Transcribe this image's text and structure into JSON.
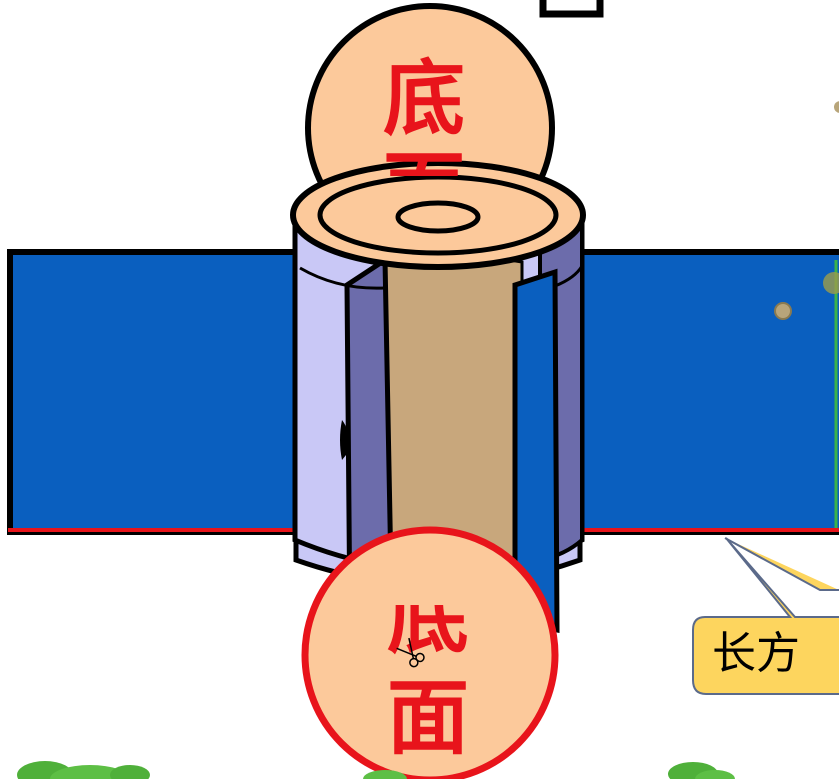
{
  "labels": {
    "top_char_1": "底",
    "top_char_2": "面",
    "bottom_char_1": "底",
    "bottom_char_2": "面",
    "callout": "长方"
  },
  "colors": {
    "rectangle_blue": "#0a5fbf",
    "cylinder_side": "#c8a77c",
    "cylinder_light": "#c9c8f6",
    "cylinder_dark": "#6c6cab",
    "circle_fill": "#fcc99b",
    "red_accent": "#e8141b",
    "callout_fill": "#fdd55e"
  },
  "icons": {
    "scissors": "scissors-icon"
  }
}
